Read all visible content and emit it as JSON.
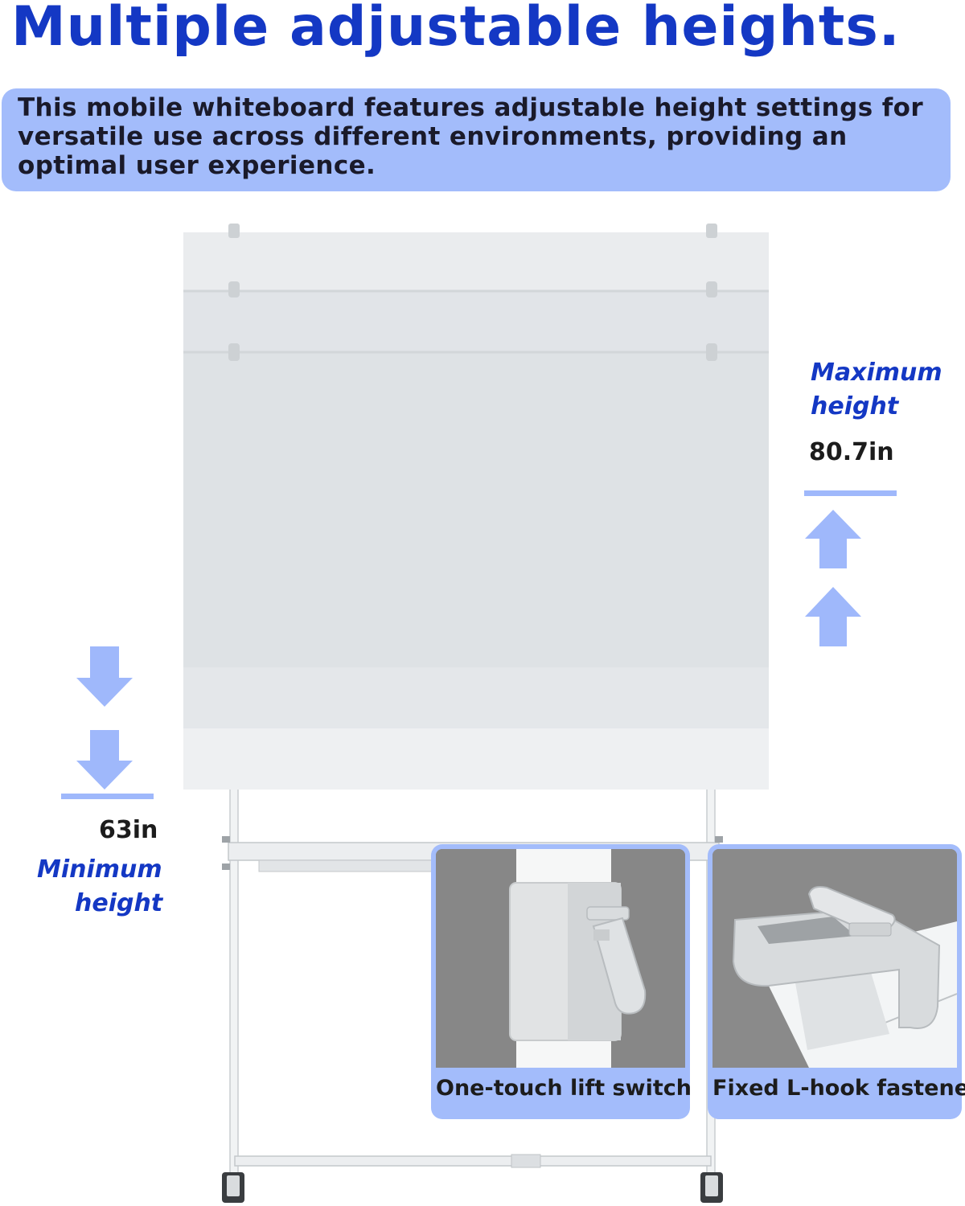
{
  "header": {
    "title": "Multiple adjustable heights."
  },
  "intro": {
    "text": "This mobile whiteboard features adjustable height settings for versatile use across different environments, providing an optimal user experience."
  },
  "max_height": {
    "label_line1": "Maximum",
    "label_line2": "height",
    "value": "80.7in"
  },
  "min_height": {
    "value": "63in",
    "label_line1": "Minimum",
    "label_line2": "height"
  },
  "callouts": [
    {
      "caption": "One-touch lift switch",
      "icon": "lift-switch-closeup"
    },
    {
      "caption": "Fixed L-hook fastener",
      "icon": "l-hook-closeup"
    }
  ],
  "colors": {
    "accent": "#1438c4",
    "panel": "#a3bcfb",
    "arrow": "#9fb8fb",
    "board": "#dfe3e6"
  }
}
